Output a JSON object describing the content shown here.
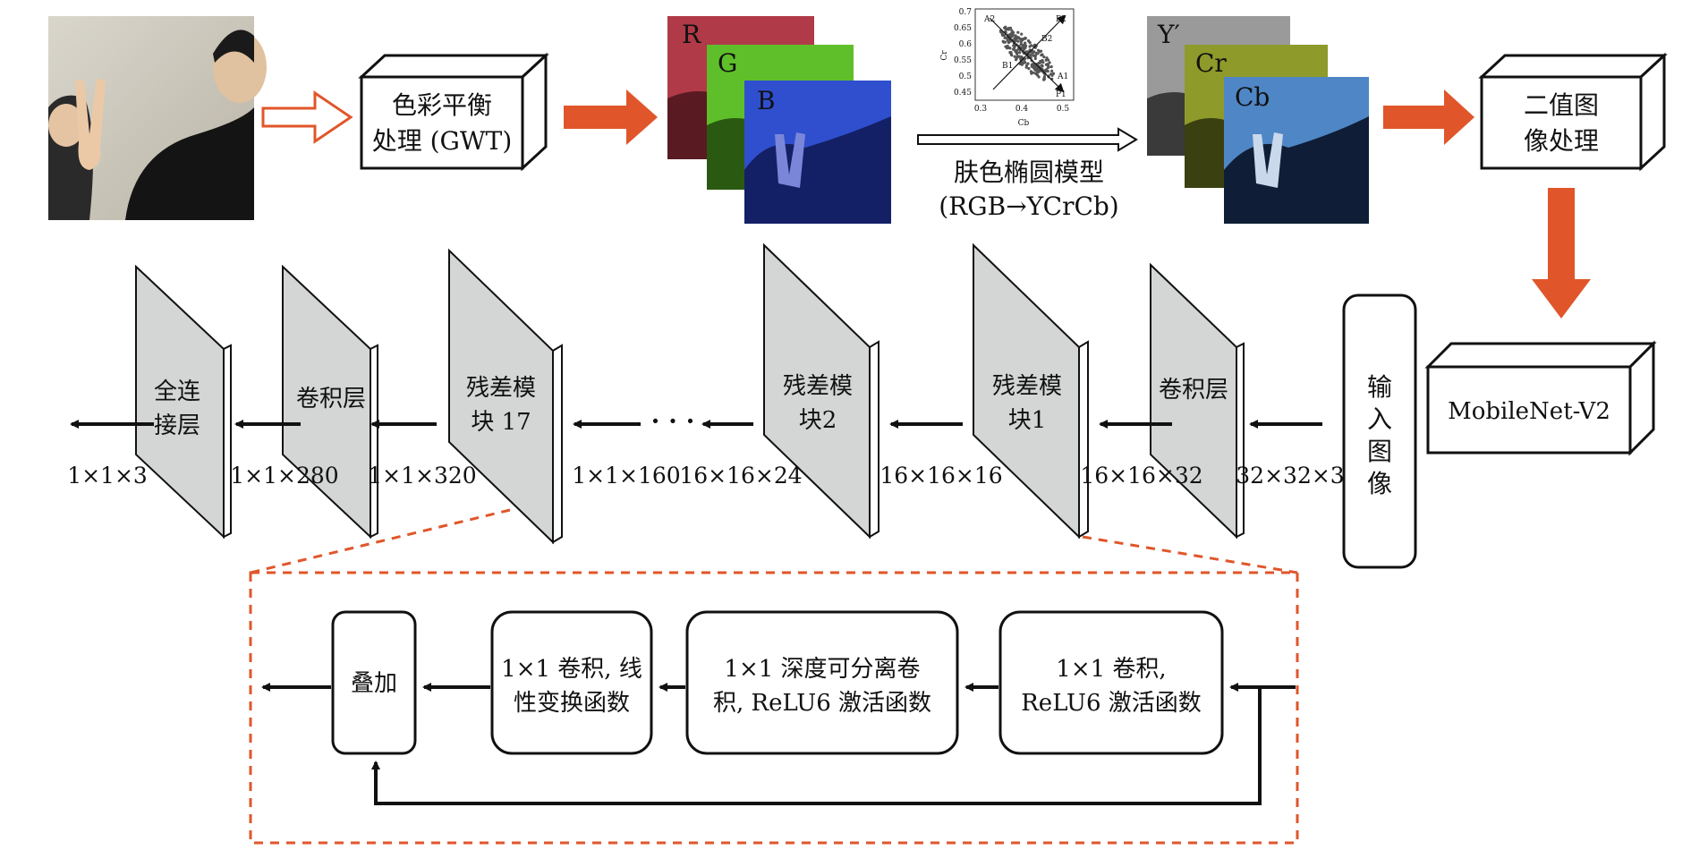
{
  "steps": {
    "color_balance": [
      "色彩平衡",
      "处理 (GWT)"
    ],
    "skin_model": [
      "肤色椭圆模型",
      "(RGB→YCrCb)"
    ],
    "binary": [
      "二值图",
      "像处理"
    ],
    "mobilenet": "MobileNet-V2",
    "input_image": [
      "输",
      "入",
      "图",
      "像"
    ]
  },
  "rgb_channels": [
    "R",
    "G",
    "B"
  ],
  "ycrcb_channels": [
    "Y′",
    "Cr",
    "Cb"
  ],
  "scatter": {
    "xlabel": "Cb",
    "ylabel": "Cr",
    "xticks": [
      "0.3",
      "0.4",
      "0.5"
    ],
    "yticks": [
      "0.7",
      "0.65",
      "0.6",
      "0.55",
      "0.5",
      "0.45"
    ],
    "annotations": [
      "A2",
      "P2",
      "B2",
      "B1",
      "A1",
      "P1"
    ]
  },
  "layers": {
    "fc": [
      "全连",
      "接层"
    ],
    "conv_left": "卷积层",
    "res17": [
      "残差模",
      "块 17"
    ],
    "res2": [
      "残差模",
      "块2"
    ],
    "res1": [
      "残差模",
      "块1"
    ],
    "conv_right": "卷积层"
  },
  "dims": {
    "d1": "1×1×3",
    "d2": "1×1×280",
    "d3": "1×1×320",
    "d4": "1×1×160",
    "d5": "16×16×24",
    "d6": "16×16×16",
    "d7": "16×16×32",
    "d8": "32×32×3"
  },
  "ellipsis": "· · ·",
  "residual_block": {
    "add": "叠加",
    "linear": [
      "1×1 卷积, 线",
      "性变换函数"
    ],
    "depthwise": [
      "1×1 深度可分离卷",
      "积, ReLU6 激活函数"
    ],
    "expand": [
      "1×1 卷积,",
      "ReLU6 激活函数"
    ]
  },
  "colors": {
    "orange": "#E0562A",
    "panel": "#D3D6D4",
    "red_tint": "#B03A48",
    "green_tint": "#5FBF2A",
    "blue_tint": "#2F4FCF",
    "gray_tint": "#9a9a9a",
    "olive_tint": "#8E9A2A",
    "skyblue_tint": "#4F86C6"
  }
}
